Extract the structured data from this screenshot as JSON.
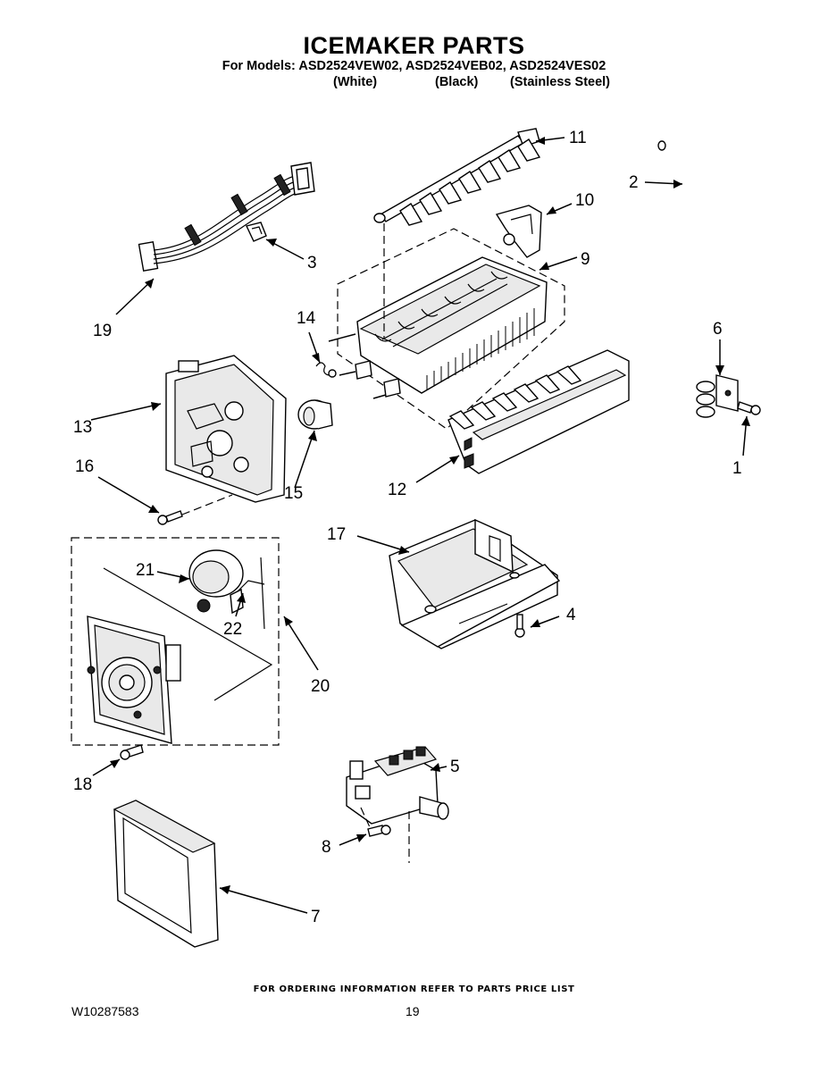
{
  "header": {
    "title": "ICEMAKER PARTS",
    "models_line": "For Models: ASD2524VEW02, ASD2524VEB02, ASD2524VES02",
    "color_white": "(White)",
    "color_black": "(Black)",
    "color_stainless": "(Stainless Steel)"
  },
  "callouts": {
    "c1": "1",
    "c2": "2",
    "c3": "3",
    "c4": "4",
    "c5": "5",
    "c6": "6",
    "c7": "7",
    "c8": "8",
    "c9": "9",
    "c10": "10",
    "c11": "11",
    "c12": "12",
    "c13": "13",
    "c14": "14",
    "c15": "15",
    "c16": "16",
    "c17": "17",
    "c18": "18",
    "c19": "19",
    "c20": "20",
    "c21": "21",
    "c22": "22"
  },
  "footer": {
    "ordering_note": "FOR ORDERING INFORMATION REFER TO PARTS PRICE LIST",
    "document_number": "W10287583",
    "page_number": "19"
  }
}
